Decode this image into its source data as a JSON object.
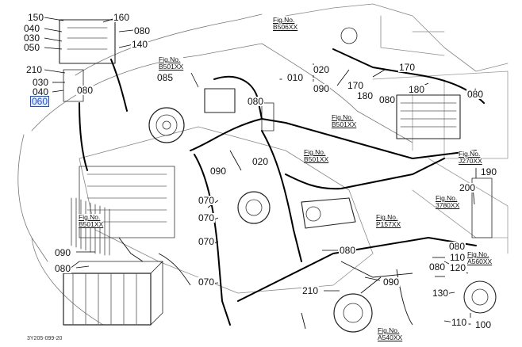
{
  "colors": {
    "line": "#1a1a1a",
    "harness": "#000000",
    "highlight": "#1a4fd6",
    "highlight_bg": "#e3ebff"
  },
  "part_labels": {
    "p150": "150",
    "p160": "160",
    "p040a": "040",
    "p030a": "030",
    "p050": "050",
    "p080a": "080",
    "p140": "140",
    "p210a": "210",
    "p030b": "030",
    "p040b": "040",
    "p080b": "080",
    "p060": "060",
    "p085": "085",
    "p080c": "080",
    "p010": "010",
    "p020a": "020",
    "p090a": "090",
    "p170a": "170",
    "p180a": "180",
    "p170b": "170",
    "p080d": "080",
    "p180b": "180",
    "p080e": "080",
    "p020b": "020",
    "p090b": "090",
    "p190": "190",
    "p200": "200",
    "p070a": "070",
    "p070b": "070",
    "p070c": "070",
    "p070d": "070",
    "p090c": "090",
    "p080f": "080",
    "p080g": "080",
    "p080h": "080",
    "p090d": "090",
    "p080i": "080",
    "p110a": "110",
    "p120": "120",
    "p210b": "210",
    "p130": "130",
    "p110b": "110",
    "p100": "100"
  },
  "fig_refs": {
    "b506": {
      "title": "Fig.No.",
      "code": "B506XX"
    },
    "b501a": {
      "title": "Fig.No.",
      "code": "B501XX"
    },
    "b501b": {
      "title": "Fig.No.",
      "code": "B501XX"
    },
    "b501c": {
      "title": "Fig.No.",
      "code": "B501XX"
    },
    "b501d": {
      "title": "Fig.No.",
      "code": "B501XX"
    },
    "j270": {
      "title": "Fig.No.",
      "code": "J270XX"
    },
    "j378": {
      "title": "Fig.No.",
      "code": "3780XX"
    },
    "p157": {
      "title": "Fig.No.",
      "code": "P157XX"
    },
    "a560": {
      "title": "Fig.No.",
      "code": "A560XX"
    },
    "a540": {
      "title": "Fig.No.",
      "code": "A540XX"
    }
  },
  "footer_code": "3Y205-099-20"
}
